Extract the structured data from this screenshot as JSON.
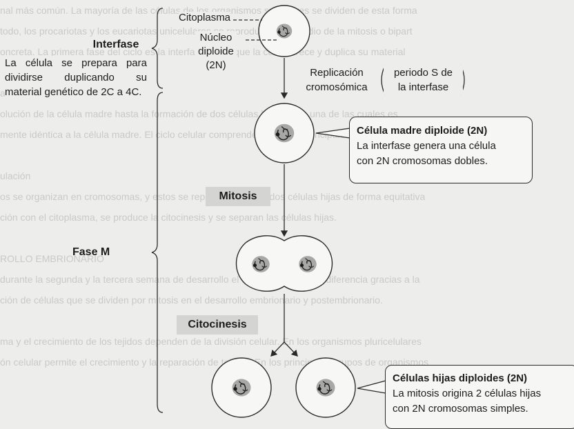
{
  "interfase": {
    "title": "Interfase",
    "description": "La célula se prepara para dividirse duplicando su material genético de 2C a 4C."
  },
  "fase_m": {
    "title": "Fase M"
  },
  "labels": {
    "citoplasma": "Citoplasma",
    "nucleo_line1": "Núcleo",
    "nucleo_line2": "diploide",
    "nucleo_line3": "(2N)",
    "replicacion_line1": "Replicación",
    "replicacion_line2": "cromosómica",
    "periodo_line1": "periodo S de",
    "periodo_line2": "la interfase"
  },
  "stages": {
    "mitosis": "Mitosis",
    "citocinesis": "Citocinesis"
  },
  "callouts": {
    "madre_title": "Célula madre diploide (2N)",
    "madre_line1": "La interfase genera una célula",
    "madre_line2": "con 2N cromosomas dobles.",
    "hijas_title": "Células hijas diploides (2N)",
    "hijas_line1": "La mitosis origina 2 células hijas",
    "hijas_line2": "con 2N cromosomas simples."
  },
  "background_text": [
    "nal más común. La mayoría de las células de los organismos superiores se dividen de esta forma",
    "todo, los procariotas y los eucariotas unicelulares se reproducen por medio de la mitosis o bipart",
    "oncreta. La primera fase del ciclo es la interfase, en la que la célula crece y duplica su material",
    "",
    "ación",
    "olución de la célula madre hasta la formación de dos células hijas, cada una de las cuales es",
    "mente idéntica a la célula madre. El ciclo celular comprende dos fases principales, interfase y fase M",
    "",
    "ulación",
    "os se organizan en cromosomas, y estos se reparten entre las dos células hijas de forma equitativa",
    "ción con el citoplasma, se produce la citocinesis y se separan las células hijas.",
    "",
    "ROLLO EMBRIONARIO",
    "durante la segunda y la tercera semana de desarrollo el embrión crece y se diferencia gracias a la",
    "ción de células que se dividen por mitosis en el desarrollo embrionario y postembrionario.",
    "",
    "ma y el crecimiento de los tejidos dependen de la división celular. En los organismos pluricelulares",
    "ón celular permite el crecimiento y la reparación de tejidos. En los principales grupos de organismos"
  ]
}
